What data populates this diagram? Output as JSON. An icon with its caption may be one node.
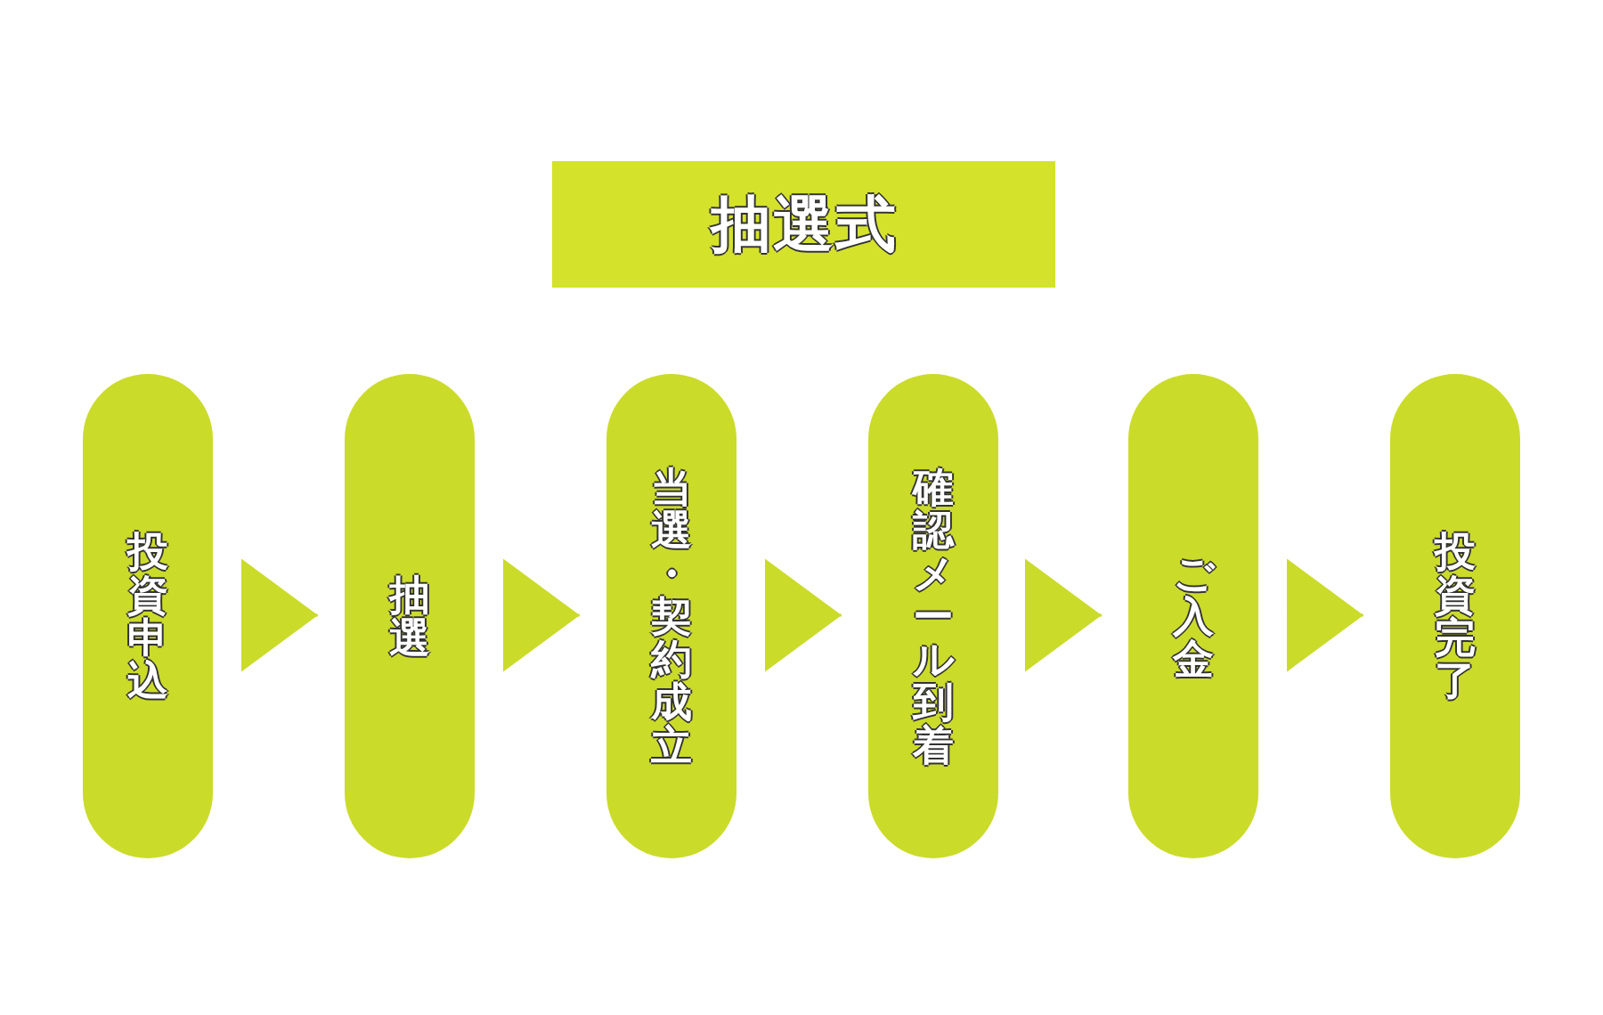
{
  "diagram": {
    "title": "抽選式",
    "nodes": [
      {
        "text": [
          "投資申込"
        ]
      },
      {
        "text": [
          "抽選"
        ]
      },
      {
        "text": [
          "当選・契約成立"
        ]
      },
      {
        "text": [
          "確認メール到着"
        ]
      },
      {
        "text": [
          "ご入金"
        ]
      },
      {
        "text": [
          "投資完了"
        ]
      }
    ],
    "edges": [
      {
        "from": 0,
        "to": 1,
        "arrow": "to"
      },
      {
        "from": 1,
        "to": 2,
        "arrow": "to"
      },
      {
        "from": 2,
        "to": 3,
        "arrow": "to"
      },
      {
        "from": 3,
        "to": 4,
        "arrow": "to"
      },
      {
        "from": 4,
        "to": 5,
        "arrow": "to"
      }
    ]
  }
}
